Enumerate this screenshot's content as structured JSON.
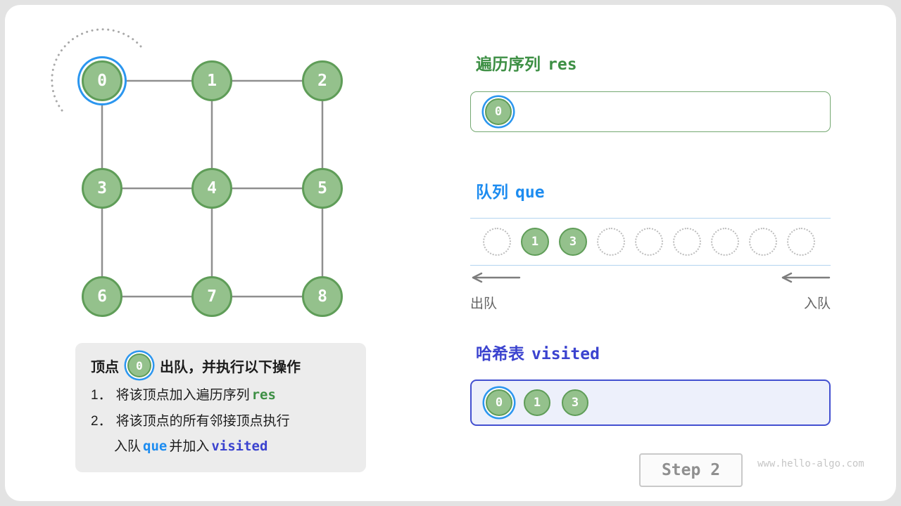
{
  "graph": {
    "node_labels": [
      "0",
      "1",
      "2",
      "3",
      "4",
      "5",
      "6",
      "7",
      "8"
    ]
  },
  "info_box": {
    "title_prefix": "顶点",
    "title_node": "0",
    "title_suffix": "出队，并执行以下操作",
    "line1_num": "1．",
    "line1_text": "将该顶点加入遍历序列",
    "line1_code": "res",
    "line2_num": "2．",
    "line2_text": "将该顶点的所有邻接顶点执行",
    "line3_pre": "入队",
    "line3_code1": "que",
    "line3_mid": "并加入",
    "line3_code2": "visited"
  },
  "res_panel": {
    "title_cn": "遍历序列",
    "title_code": "res",
    "items": [
      "0"
    ]
  },
  "queue_panel": {
    "title_cn": "队列",
    "title_code": "que",
    "slots": [
      "",
      "1",
      "3",
      "",
      "",
      "",
      "",
      "",
      ""
    ],
    "dequeue_label": "出队",
    "enqueue_label": "入队"
  },
  "visited_panel": {
    "title_cn": "哈希表",
    "title_code": "visited",
    "items": [
      "0",
      "1",
      "3"
    ]
  },
  "footer": {
    "step_label": "Step 2",
    "watermark": "www.hello-algo.com"
  }
}
